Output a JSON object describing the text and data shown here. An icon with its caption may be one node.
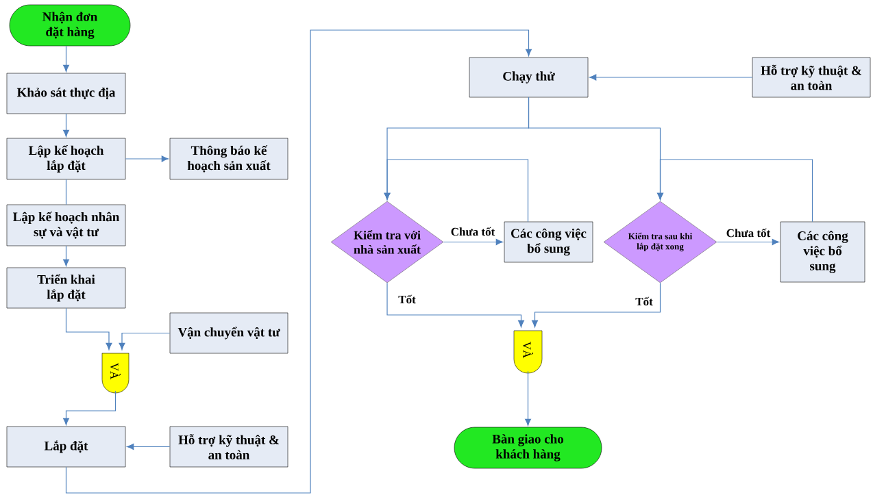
{
  "diagram": {
    "nodes": [
      {
        "text": [
          "Nhận đơn đặt hàng"
        ]
      },
      {
        "text": [
          "Khảo sát thực địa"
        ]
      },
      {
        "text": [
          "Lập kế hoạch lắp đặt"
        ]
      },
      {
        "text": [
          "Thông báo kế hoạch sản xuất"
        ]
      },
      {
        "text": [
          "Lập kế hoạch nhân sự và vật tư"
        ]
      },
      {
        "text": [
          "Triển khai lắp đặt"
        ]
      },
      {
        "text": [
          "Vận chuyển vật tư"
        ]
      },
      {
        "text": [
          "VÀ"
        ]
      },
      {
        "text": [
          "Lắp đặt"
        ]
      },
      {
        "text": [
          "Hỗ trợ kỹ thuật & an toàn"
        ]
      },
      {
        "text": [
          "Chạy thử"
        ]
      },
      {
        "text": [
          "Hỗ trợ kỹ thuật & an toàn"
        ]
      },
      {
        "text": [
          "Kiểm tra với nhà sản xuất"
        ]
      },
      {
        "text": [
          "Các công việc bổ sung"
        ]
      },
      {
        "text": [
          "Kiểm tra sau khi lắp đặt xong"
        ]
      },
      {
        "text": [
          "Các công việc bổ sung"
        ]
      },
      {
        "text": [
          "VÀ"
        ]
      },
      {
        "text": [
          "Bàn giao cho khách hàng"
        ]
      }
    ],
    "edges": [
      {
        "from": 0,
        "to": 1,
        "arrow": "to"
      },
      {
        "from": 1,
        "to": 2,
        "arrow": "to"
      },
      {
        "from": 2,
        "to": 3,
        "arrow": "to"
      },
      {
        "from": 2,
        "to": 4,
        "arrow": "none"
      },
      {
        "from": 4,
        "to": 5,
        "arrow": "to"
      },
      {
        "from": 5,
        "to": 7,
        "arrow": "to"
      },
      {
        "from": 6,
        "to": 7,
        "arrow": "to"
      },
      {
        "from": 7,
        "to": 8,
        "arrow": "to"
      },
      {
        "from": 9,
        "to": 8,
        "arrow": "to"
      },
      {
        "from": 8,
        "to": 10,
        "arrow": "to"
      },
      {
        "from": 11,
        "to": 10,
        "arrow": "to"
      },
      {
        "from": 10,
        "to": 12,
        "arrow": "to"
      },
      {
        "from": 10,
        "to": 14,
        "arrow": "to"
      },
      {
        "from": 12,
        "to": 13,
        "arrow": "to",
        "label": "Chưa tốt"
      },
      {
        "from": 13,
        "to": 12,
        "arrow": "to"
      },
      {
        "from": 14,
        "to": 15,
        "arrow": "to",
        "label": "Chưa tốt"
      },
      {
        "from": 15,
        "to": 14,
        "arrow": "to"
      },
      {
        "from": 12,
        "to": 16,
        "arrow": "to",
        "label": "Tốt"
      },
      {
        "from": 14,
        "to": 16,
        "arrow": "to",
        "label": "Tốt"
      },
      {
        "from": 16,
        "to": 17,
        "arrow": "to"
      }
    ]
  }
}
